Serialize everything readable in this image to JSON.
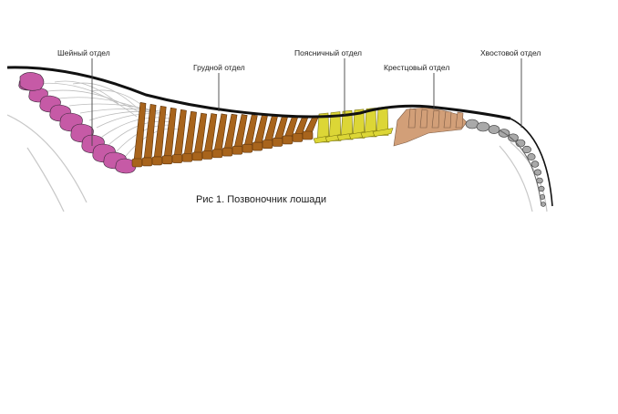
{
  "figure": {
    "caption": "Рис 1.  Позвоночник лошади",
    "regions": [
      {
        "key": "cervical",
        "label": "Шейный отдел",
        "color": "#c65aa6"
      },
      {
        "key": "thoracic",
        "label": "Грудной отдел",
        "color": "#a8641c"
      },
      {
        "key": "lumbar",
        "label": "Поясничный отдел",
        "color": "#dcd636"
      },
      {
        "key": "sacral",
        "label": "Крестцовый отдел",
        "color": "#d29f78"
      },
      {
        "key": "caudal",
        "label": "Хвостовой отдел",
        "color": "#a9a9a9"
      }
    ],
    "colors": {
      "outline": "#111111",
      "ligament": "#bdbdbd",
      "body_contour": "#c8c8c8",
      "callout_line": "#444444"
    }
  }
}
